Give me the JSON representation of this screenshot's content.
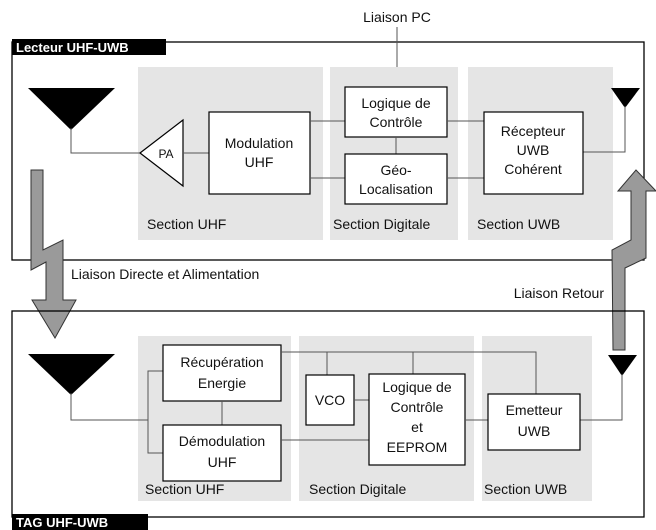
{
  "top": {
    "pc_link": "Liaison PC",
    "title": "Lecteur UHF-UWB",
    "sections": {
      "uhf": "Section UHF",
      "digital": "Section Digitale",
      "uwb": "Section UWB"
    },
    "blocks": {
      "pa": "PA",
      "modulation": [
        "Modulation",
        "UHF"
      ],
      "control": [
        "Logique de",
        "Contrôle"
      ],
      "geoloc": [
        "Géo-",
        "Localisation"
      ],
      "receiver": [
        "Récepteur",
        "UWB",
        "Cohérent"
      ]
    }
  },
  "links": {
    "direct": "Liaison Directe et Alimentation",
    "return": "Liaison Retour"
  },
  "bottom": {
    "title": "TAG UHF-UWB",
    "sections": {
      "uhf": "Section UHF",
      "digital": "Section Digitale",
      "uwb": "Section UWB"
    },
    "blocks": {
      "recovery": [
        "Récupération",
        "Energie"
      ],
      "demod": [
        "Démodulation",
        "UHF"
      ],
      "vco": "VCO",
      "control": [
        "Logique de",
        "Contrôle",
        "et",
        "EEPROM"
      ],
      "emitter": [
        "Emetteur",
        "UWB"
      ]
    }
  },
  "colors": {
    "section_bg": "#e5e5e5",
    "arrow_fill": "#9a9a9a",
    "title_bg": "#000000"
  }
}
